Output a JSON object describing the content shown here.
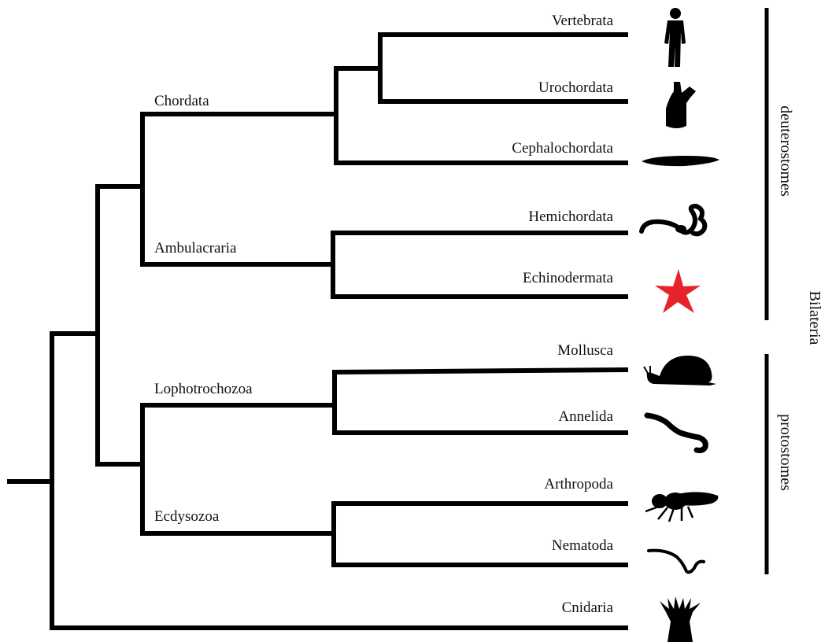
{
  "tree": {
    "taxa": [
      {
        "id": "vertebrata",
        "label": "Vertebrata",
        "icon": "human-icon",
        "color": "#111111"
      },
      {
        "id": "urochordata",
        "label": "Urochordata",
        "icon": "tunicate-icon",
        "color": "#111111"
      },
      {
        "id": "cephalochordata",
        "label": "Cephalochordata",
        "icon": "lancelet-icon",
        "color": "#111111"
      },
      {
        "id": "hemichordata",
        "label": "Hemichordata",
        "icon": "acorn-worm-icon",
        "color": "#111111"
      },
      {
        "id": "echinodermata",
        "label": "Echinodermata",
        "icon": "starfish-icon",
        "color": "#e8222a"
      },
      {
        "id": "mollusca",
        "label": "Mollusca",
        "icon": "snail-icon",
        "color": "#111111"
      },
      {
        "id": "annelida",
        "label": "Annelida",
        "icon": "earthworm-icon",
        "color": "#111111"
      },
      {
        "id": "arthropoda",
        "label": "Arthropoda",
        "icon": "fly-icon",
        "color": "#111111"
      },
      {
        "id": "nematoda",
        "label": "Nematoda",
        "icon": "roundworm-icon",
        "color": "#111111"
      },
      {
        "id": "cnidaria",
        "label": "Cnidaria",
        "icon": "sea-anemone-icon",
        "color": "#111111"
      }
    ],
    "clades": {
      "chordata": "Chordata",
      "ambulacraria": "Ambulacraria",
      "lophotrochozoa": "Lophotrochozoa",
      "ecdysozoa": "Ecdysozoa"
    },
    "groups": {
      "deuterostomes": "deuterostomes",
      "protostomes": "protostomes",
      "bilateria": "Bilateria"
    },
    "highlight_color": "#e8222a"
  }
}
